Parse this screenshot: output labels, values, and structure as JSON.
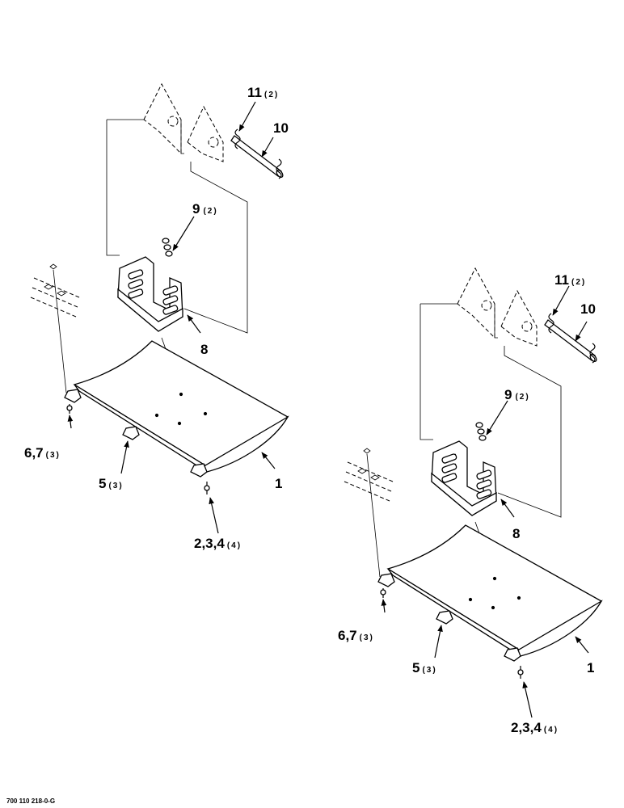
{
  "document_number": "700 110 218-0-G",
  "assemblies": [
    {
      "labels": [
        {
          "num": "11",
          "qty": "(2)"
        },
        {
          "num": "10",
          "qty": ""
        },
        {
          "num": "9",
          "qty": "(2)"
        },
        {
          "num": "8",
          "qty": ""
        },
        {
          "num": "6,7",
          "qty": "(3)"
        },
        {
          "num": "5",
          "qty": "(3)"
        },
        {
          "num": "1",
          "qty": ""
        },
        {
          "num": "2,3,4",
          "qty": "(4)"
        }
      ]
    },
    {
      "labels": [
        {
          "num": "11",
          "qty": "(2)"
        },
        {
          "num": "10",
          "qty": ""
        },
        {
          "num": "9",
          "qty": "(2)"
        },
        {
          "num": "8",
          "qty": ""
        },
        {
          "num": "6,7",
          "qty": "(3)"
        },
        {
          "num": "5",
          "qty": "(3)"
        },
        {
          "num": "1",
          "qty": ""
        },
        {
          "num": "2,3,4",
          "qty": "(4)"
        }
      ]
    }
  ]
}
